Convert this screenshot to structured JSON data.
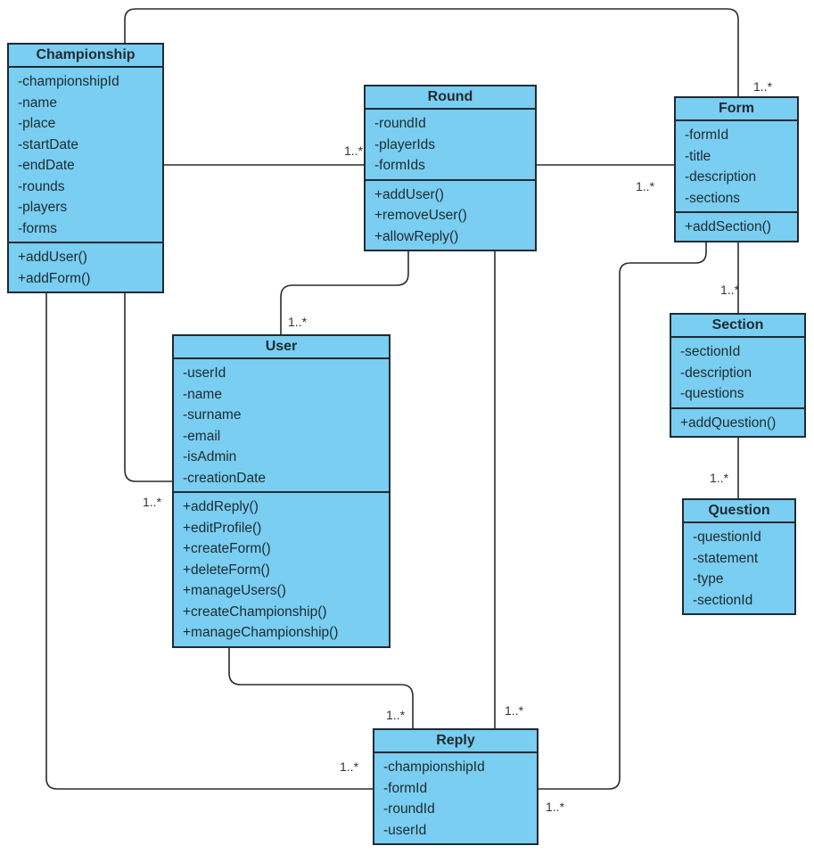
{
  "classes": {
    "championship": {
      "name": "Championship",
      "attributes": [
        "-championshipId",
        "-name",
        "-place",
        "-startDate",
        "-endDate",
        "-rounds",
        "-players",
        "-forms"
      ],
      "operations": [
        "+addUser()",
        "+addForm()"
      ]
    },
    "round": {
      "name": "Round",
      "attributes": [
        "-roundId",
        "-playerIds",
        "-formIds"
      ],
      "operations": [
        "+addUser()",
        "+removeUser()",
        "+allowReply()"
      ]
    },
    "form": {
      "name": "Form",
      "attributes": [
        "-formId",
        "-title",
        "-description",
        "-sections"
      ],
      "operations": [
        "+addSection()"
      ]
    },
    "section": {
      "name": "Section",
      "attributes": [
        "-sectionId",
        "-description",
        "-questions"
      ],
      "operations": [
        "+addQuestion()"
      ]
    },
    "question": {
      "name": "Question",
      "attributes": [
        "-questionId",
        "-statement",
        "-type",
        "-sectionId"
      ],
      "operations": []
    },
    "user": {
      "name": "User",
      "attributes": [
        "-userId",
        "-name",
        "-surname",
        "-email",
        "-isAdmin",
        "-creationDate"
      ],
      "operations": [
        "+addReply()",
        "+editProfile()",
        "+createForm()",
        "+deleteForm()",
        "+manageUsers()",
        "+createChampionship()",
        "+manageChampionship()"
      ]
    },
    "reply": {
      "name": "Reply",
      "attributes": [
        "-championshipId",
        "-formId",
        "-roundId",
        "-userId"
      ],
      "operations": []
    }
  },
  "multiplicities": {
    "form_top": "1..*",
    "round_left": "1..*",
    "form_left": "1..*",
    "section_top": "1..*",
    "user_top": "1..*",
    "question_top": "1..*",
    "user_left": "1..*",
    "reply_top_left": "1..*",
    "reply_top_right": "1..*",
    "reply_left": "1..*",
    "reply_right": "1..*"
  }
}
